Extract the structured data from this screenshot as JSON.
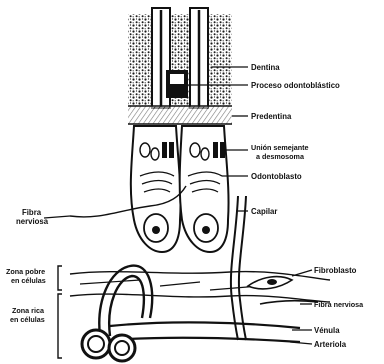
{
  "figure": {
    "labels": {
      "dentina": "Dentina",
      "proceso": "Proceso odontoblástico",
      "predentina": "Predentina",
      "union_1": "Unión semejante",
      "union_2": "a desmosoma",
      "odontoblasto": "Odontoblasto",
      "capilar": "Capilar",
      "fibra_nerviosa_1": "Fibra",
      "fibra_nerviosa_2": "nerviosa",
      "fibroblasto": "Fibroblasto",
      "fibra_nerviosa_right": "Fibra nerviosa",
      "zona_pobre_1": "Zona pobre",
      "zona_pobre_2": "en células",
      "zona_rica_1": "Zona rica",
      "zona_rica_2": "en células",
      "venula": "Vénula",
      "arteriola": "Arteriola"
    },
    "colors": {
      "ink": "#111111",
      "paper": "#ffffff",
      "stipple": "#222222"
    }
  }
}
